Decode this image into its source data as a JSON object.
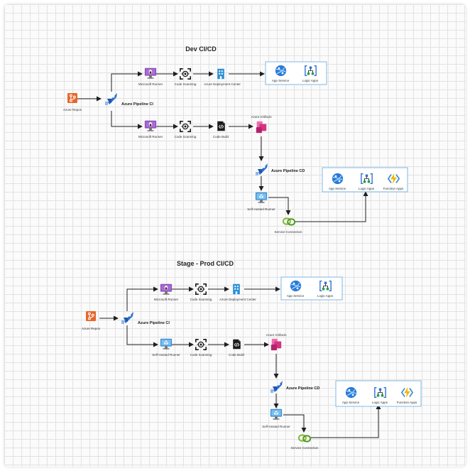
{
  "colors": {
    "arrow": "#1f1f1f",
    "group_border": "#7fb8e6",
    "repos": "#e8672b",
    "pipelines": "#2b6fd1",
    "runner": "#8b4fb8",
    "artifacts": "#d63384",
    "app_service": "#2a7bd8",
    "functions": "#f5b400"
  },
  "dev": {
    "title": "Dev CI/CD",
    "repos": "Azure Repos",
    "pipeline_ci": "Azure Pipeline CI",
    "ms_runner_top": "Microsoft Runner",
    "code_scan_top": "Code Scanning",
    "deploy_center": "Azure Deployment Center",
    "app_service_top": "App Service",
    "logic_apps_top": "Logic Apps",
    "ms_runner_bottom": "Microsoft Runner",
    "code_scan_bottom": "Code Scanning",
    "code_build": "Code Build",
    "artifacts": "Azure Artifacts",
    "pipeline_cd": "Azure Pipeline CD",
    "self_hosted": "Self-Hosted Runner",
    "service_conn": "Service Connection",
    "app_service_cd": "App Service",
    "logic_apps_cd": "Logic Apps",
    "function_apps_cd": "Function Apps"
  },
  "prod": {
    "title": "Stage - Prod CI/CD",
    "repos": "Azure Repos",
    "pipeline_ci": "Azure Pipeline CI",
    "ms_runner_top": "Microsoft Runner",
    "code_scan_top": "Code Scanning",
    "deploy_center": "Azure Deployment Center",
    "app_service_top": "App Service",
    "logic_apps_top": "Logic Apps",
    "self_hosted_ci": "Self-Hosted Runner",
    "code_scan_bottom": "Code Scanning",
    "code_build": "Code Build",
    "artifacts": "Azure Artifacts",
    "pipeline_cd": "Azure Pipeline CD",
    "self_hosted_cd": "Self-Hosted Runner",
    "service_conn": "Service Connection",
    "app_service_cd": "App Service",
    "logic_apps_cd": "Logic Apps",
    "function_apps_cd": "Function Apps"
  }
}
